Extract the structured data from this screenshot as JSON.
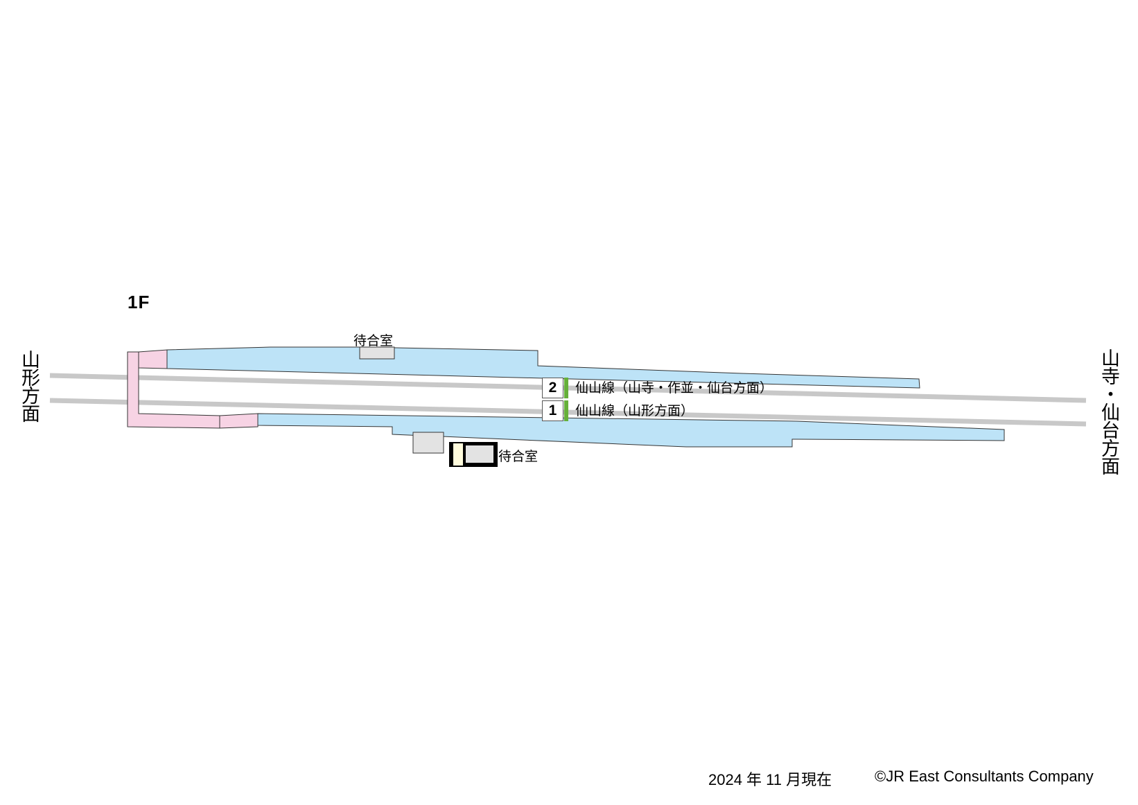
{
  "floor": {
    "label": "1F"
  },
  "directions": {
    "left": "山形方面",
    "right": "山寺・仙台方面"
  },
  "platforms": [
    {
      "number": "2",
      "line": "仙山線（山寺・作並・仙台方面）"
    },
    {
      "number": "1",
      "line": "仙山線（山形方面）"
    }
  ],
  "facilities": {
    "waiting_room_top": "待合室",
    "waiting_room_bottom": "待合室"
  },
  "colors": {
    "platform": "#bde3f7",
    "passage": "#f7d3e4",
    "track": "#c8c8c8",
    "room": "#e3e3e3",
    "entrance": "#fffbdc",
    "platform_marker": "#66b03a",
    "outline": "#333333"
  },
  "footer": {
    "date": "2024 年 11 月現在",
    "copyright": "©JR East Consultants Company"
  }
}
